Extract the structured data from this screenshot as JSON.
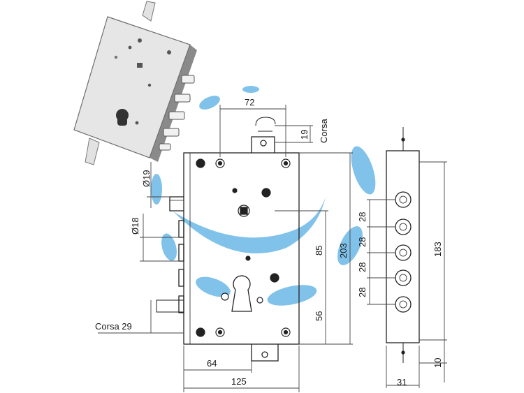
{
  "colors": {
    "ink": "#222222",
    "dim_line": "#444444",
    "watermark": "#6bb8e6",
    "plate_light": "#e9e9e9",
    "plate_dark": "#9a9a9a"
  },
  "icons": {
    "lock_photo": "lock-3d-render",
    "watermark": "blue-swoosh-watermark"
  },
  "labels": {
    "width_72": "72",
    "stroke_label_top": "Corsa",
    "stroke_19": "19",
    "diameter_19": "Ø19",
    "diameter_18": "Ø18",
    "height_85": "85",
    "height_203": "203",
    "height_56": "56",
    "bolt_pitch_28_a": "28",
    "bolt_pitch_28_b": "28",
    "bolt_pitch_28_c": "28",
    "bolt_pitch_28_d": "28",
    "height_183": "183",
    "stroke_29": "Corsa 29",
    "width_64": "64",
    "width_125": "125",
    "width_31": "31",
    "offset_10": "10"
  }
}
